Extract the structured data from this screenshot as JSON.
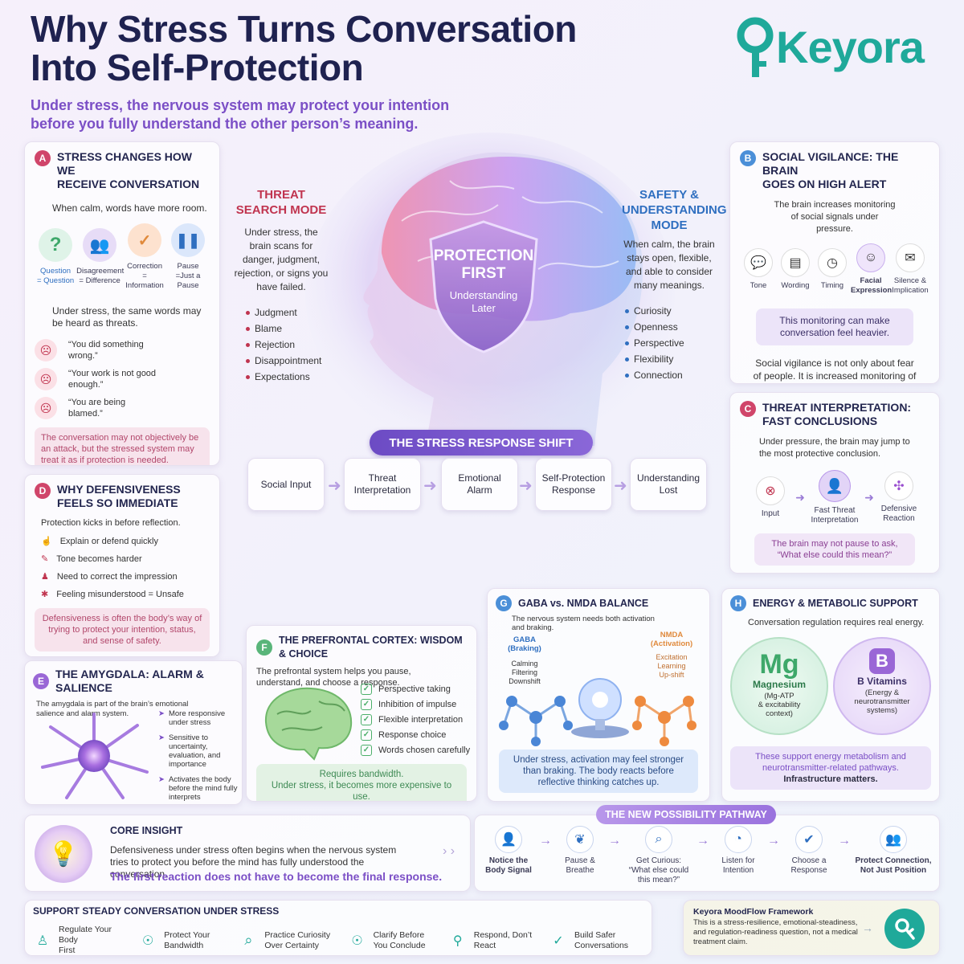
{
  "title": {
    "line1": "Why Stress Turns Conversation",
    "line2": "Into Self-Protection",
    "subtitle_line1": "Under stress, the nervous system may protect your intention",
    "subtitle_line2": "before you fully understand the other person’s meaning."
  },
  "brand": {
    "name": "Keyora"
  },
  "sectionA": {
    "letter": "A",
    "title_l1": "STRESS CHANGES HOW WE",
    "title_l2": "RECEIVE CONVERSATION",
    "calm": "When calm, words have more room.",
    "icons": [
      {
        "label": "Question\n= Question",
        "icon": "question-icon"
      },
      {
        "label": "Disagreement\n= Difference",
        "icon": "people-icon"
      },
      {
        "label": "Correction\n= Information",
        "icon": "check-icon"
      },
      {
        "label": "Pause\n=Just a Pause",
        "icon": "pause-icon"
      }
    ],
    "stress": "Under stress, the same words may be heard as threats.",
    "quotes": [
      "“You did something wrong.”",
      "“Your work is not good enough.”",
      "“You are being blamed.”"
    ],
    "note": "The conversation may not objectively be an attack, but the stressed system may treat it as if protection is needed."
  },
  "sectionB": {
    "letter": "B",
    "title_l1": "SOCIAL VIGILANCE: THE BRAIN",
    "title_l2": "GOES ON HIGH ALERT",
    "desc": "The brain increases monitoring of social signals under pressure.",
    "icons": [
      {
        "label": "Tone",
        "icon": "speech-icon"
      },
      {
        "label": "Wording",
        "icon": "document-icon"
      },
      {
        "label": "Timing",
        "icon": "clock-icon"
      },
      {
        "label": "Facial\nExpression",
        "icon": "face-icon"
      },
      {
        "label": "Silence &\nImplication",
        "icon": "silence-icon"
      }
    ],
    "note": "This monitoring can make conversation feel heavier.",
    "body": "Social vigilance is not only about fear of people. It is increased monitoring of social signals when the body is under pressure."
  },
  "sectionC": {
    "letter": "C",
    "title_l1": "THREAT INTERPRETATION:",
    "title_l2": "FAST CONCLUSIONS",
    "desc": "Under pressure, the brain may jump to the most protective conclusion.",
    "steps": [
      {
        "label": "Input",
        "icon": "input-icon"
      },
      {
        "label": "Fast Threat\nInterpretation",
        "icon": "person-icon"
      },
      {
        "label": "Defensive\nReaction",
        "icon": "shield-icon"
      }
    ],
    "note": "The brain may not pause to ask, “What else could this mean?”"
  },
  "center": {
    "threat_title": "THREAT\nSEARCH MODE",
    "threat_desc": "Under stress, the brain scans for danger, judgment, rejection, or signs you have failed.",
    "threat_list": [
      "Judgment",
      "Blame",
      "Rejection",
      "Disappointment",
      "Expectations"
    ],
    "safety_title": "SAFETY &\nUNDERSTANDING\nMODE",
    "safety_desc": "When calm, the brain stays open, flexible, and able to consider many meanings.",
    "safety_list": [
      "Curiosity",
      "Openness",
      "Perspective",
      "Flexibility",
      "Connection"
    ],
    "shield_l1": "PROTECTION",
    "shield_l2": "FIRST",
    "shield_l3": "Understanding",
    "shield_l4": "Later",
    "shift_banner": "THE STRESS RESPONSE SHIFT",
    "flow": [
      "Social Input",
      "Threat\nInterpretation",
      "Emotional\nAlarm",
      "Self-Protection\nResponse",
      "Understanding\nLost"
    ]
  },
  "sectionD": {
    "letter": "D",
    "title_l1": "WHY DEFENSIVENESS",
    "title_l2": "FEELS SO IMMEDIATE",
    "desc": "Protection kicks in before reflection.",
    "items": [
      "Explain or defend quickly",
      "Tone becomes harder",
      "Need to correct the impression",
      "Feeling misunderstood = Unsafe"
    ],
    "note": "Defensiveness is often the body’s way of trying to protect your intention, status, and sense of safety."
  },
  "sectionE": {
    "letter": "E",
    "title": "THE AMYGDALA: ALARM & SALIENCE",
    "desc": "The amygdala is part of the brain’s emotional salience and alarm system.",
    "items": [
      "More responsive under stress",
      "Sensitive to uncertainty, evaluation, and importance",
      "Activates the body before the mind fully interprets"
    ]
  },
  "sectionF": {
    "letter": "F",
    "title": "THE PREFRONTAL CORTEX: WISDOM & CHOICE",
    "desc": "The prefrontal system helps you pause, understand, and choose a response.",
    "items": [
      "Perspective taking",
      "Inhibition of impulse",
      "Flexible interpretation",
      "Response choice",
      "Words chosen carefully"
    ],
    "note_l1": "Requires bandwidth.",
    "note_l2": "Under stress, it becomes more expensive to use."
  },
  "sectionG": {
    "letter": "G",
    "title": "GABA vs. NMDA BALANCE",
    "desc": "The nervous system needs both activation and braking.",
    "gaba_title": "GABA\n(Braking)",
    "gaba_desc": "Calming\nFiltering\nDownshift",
    "nmda_title": "NMDA\n(Activation)",
    "nmda_desc": "Excitation\nLearning\nUp-shift",
    "note": "Under stress, activation may feel stronger than braking. The body reacts before reflective thinking catches up."
  },
  "sectionH": {
    "letter": "H",
    "title": "ENERGY & METABOLIC SUPPORT",
    "desc": "Conversation regulation requires real energy.",
    "mg_symbol": "Mg",
    "mg_name": "Magnesium",
    "mg_desc": "(Mg-ATP\n& excitability\ncontext)",
    "b_symbol": "B",
    "b_name": "B Vitamins",
    "b_desc": "(Energy &\nneurotransmitter\nsystems)",
    "note": "These support energy metabolism and neurotransmitter-related pathways.",
    "note_bold": "Infrastructure matters."
  },
  "core": {
    "title": "CORE INSIGHT",
    "body": "Defensiveness under stress often begins when the nervous system tries to protect you before the mind has fully understood the conversation.",
    "highlight": "The first reaction does not have to become the final response."
  },
  "pathway": {
    "banner": "THE NEW POSSIBILITY PATHWAY",
    "steps": [
      {
        "label": "Notice the\nBody Signal",
        "icon": "person-icon",
        "bold": true
      },
      {
        "label": "Pause &\nBreathe",
        "icon": "lungs-icon",
        "bold": false
      },
      {
        "label": "Get Curious:\n“What else could\nthis mean?”",
        "icon": "magnifier-icon",
        "bold": false
      },
      {
        "label": "Listen for\nIntention",
        "icon": "ear-icon",
        "bold": false
      },
      {
        "label": "Choose a\nResponse",
        "icon": "check-icon",
        "bold": false
      },
      {
        "label": "Protect Connection,\nNot Just Position",
        "icon": "people-icon",
        "bold": true
      }
    ]
  },
  "support": {
    "title": "SUPPORT STEADY CONVERSATION UNDER STRESS",
    "items": [
      {
        "label": "Regulate Your Body\nFirst",
        "icon": "person-icon"
      },
      {
        "label": "Protect Your\nBandwidth",
        "icon": "head-icon"
      },
      {
        "label": "Practice Curiosity\nOver Certainty",
        "icon": "magnifier-icon"
      },
      {
        "label": "Clarify Before\nYou Conclude",
        "icon": "head-icon"
      },
      {
        "label": "Respond, Don’t\nReact",
        "icon": "pin-icon"
      },
      {
        "label": "Build Safer\nConversations",
        "icon": "handshake-icon"
      }
    ]
  },
  "framework": {
    "title": "Keyora MoodFlow Framework",
    "desc": "This is a stress-resilience, emotional-steadiness, and regulation-readiness question, not a medical treatment claim."
  },
  "colors": {
    "navy": "#1f2250",
    "purple": "#7b4fc6",
    "teal": "#1fa99a",
    "red": "#c0344f",
    "blue": "#2f6fc0",
    "green": "#3ea86a",
    "amber": "#e08a3c"
  }
}
